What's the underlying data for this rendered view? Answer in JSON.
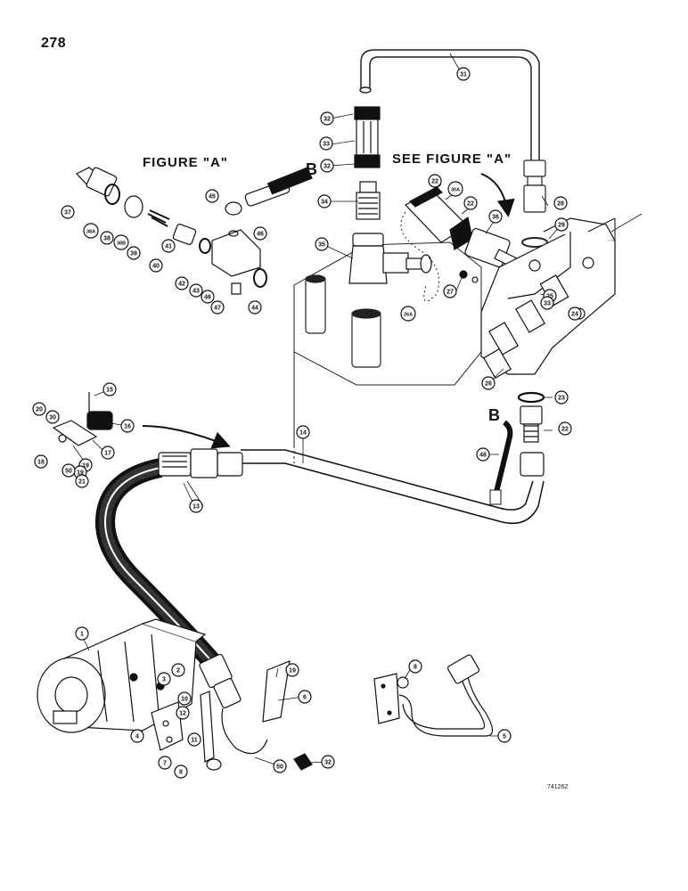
{
  "page": {
    "number": "278",
    "figure_title": "FIGURE \"A\"",
    "see_figure": "SEE FIGURE \"A\"",
    "reference_code": "741262",
    "connection_letter_top": "B",
    "connection_letter_bottom": "B"
  },
  "callouts": [
    {
      "id": "c1",
      "label": "1"
    },
    {
      "id": "c2",
      "label": "2"
    },
    {
      "id": "c3",
      "label": "3"
    },
    {
      "id": "c4",
      "label": "4"
    },
    {
      "id": "c5",
      "label": "5"
    },
    {
      "id": "c6",
      "label": "6"
    },
    {
      "id": "c7",
      "label": "7"
    },
    {
      "id": "c8",
      "label": "8"
    },
    {
      "id": "c8b",
      "label": "8"
    },
    {
      "id": "c10",
      "label": "10"
    },
    {
      "id": "c11",
      "label": "11"
    },
    {
      "id": "c12",
      "label": "12"
    },
    {
      "id": "c13",
      "label": "13"
    },
    {
      "id": "c14",
      "label": "14"
    },
    {
      "id": "c15",
      "label": "15"
    },
    {
      "id": "c16",
      "label": "16"
    },
    {
      "id": "c17",
      "label": "17"
    },
    {
      "id": "c18",
      "label": "18"
    },
    {
      "id": "c19",
      "label": "19"
    },
    {
      "id": "c19b",
      "label": "19"
    },
    {
      "id": "c19c",
      "label": "19"
    },
    {
      "id": "c20",
      "label": "20"
    },
    {
      "id": "c21",
      "label": "21"
    },
    {
      "id": "c22",
      "label": "22"
    },
    {
      "id": "c22b",
      "label": "22"
    },
    {
      "id": "c22c",
      "label": "22"
    },
    {
      "id": "c23",
      "label": "23"
    },
    {
      "id": "c24",
      "label": "24"
    },
    {
      "id": "c25",
      "label": "25"
    },
    {
      "id": "c26",
      "label": "26"
    },
    {
      "id": "c27",
      "label": "27"
    },
    {
      "id": "c28",
      "label": "28"
    },
    {
      "id": "c29",
      "label": "29"
    },
    {
      "id": "c30",
      "label": "30"
    },
    {
      "id": "c31",
      "label": "31"
    },
    {
      "id": "c32",
      "label": "32"
    },
    {
      "id": "c32b",
      "label": "32"
    },
    {
      "id": "c32c",
      "label": "32"
    },
    {
      "id": "c33",
      "label": "33"
    },
    {
      "id": "c33b",
      "label": "33"
    },
    {
      "id": "c34",
      "label": "34"
    },
    {
      "id": "c35",
      "label": "35"
    },
    {
      "id": "c36",
      "label": "36"
    },
    {
      "id": "c37",
      "label": "37"
    },
    {
      "id": "c38",
      "label": "38"
    },
    {
      "id": "c38a",
      "label": "38A"
    },
    {
      "id": "c38b",
      "label": "38B"
    },
    {
      "id": "c39",
      "label": "39"
    },
    {
      "id": "c40",
      "label": "40"
    },
    {
      "id": "c41",
      "label": "41"
    },
    {
      "id": "c42",
      "label": "42"
    },
    {
      "id": "c43",
      "label": "43"
    },
    {
      "id": "c44",
      "label": "44"
    },
    {
      "id": "c45",
      "label": "45"
    },
    {
      "id": "c46",
      "label": "46"
    },
    {
      "id": "c46b",
      "label": "46"
    },
    {
      "id": "c47",
      "label": "47"
    },
    {
      "id": "c48",
      "label": "48"
    },
    {
      "id": "c50",
      "label": "50"
    },
    {
      "id": "c50b",
      "label": "50"
    },
    {
      "id": "c30a",
      "label": "30A"
    },
    {
      "id": "c26a",
      "label": "26A"
    }
  ]
}
